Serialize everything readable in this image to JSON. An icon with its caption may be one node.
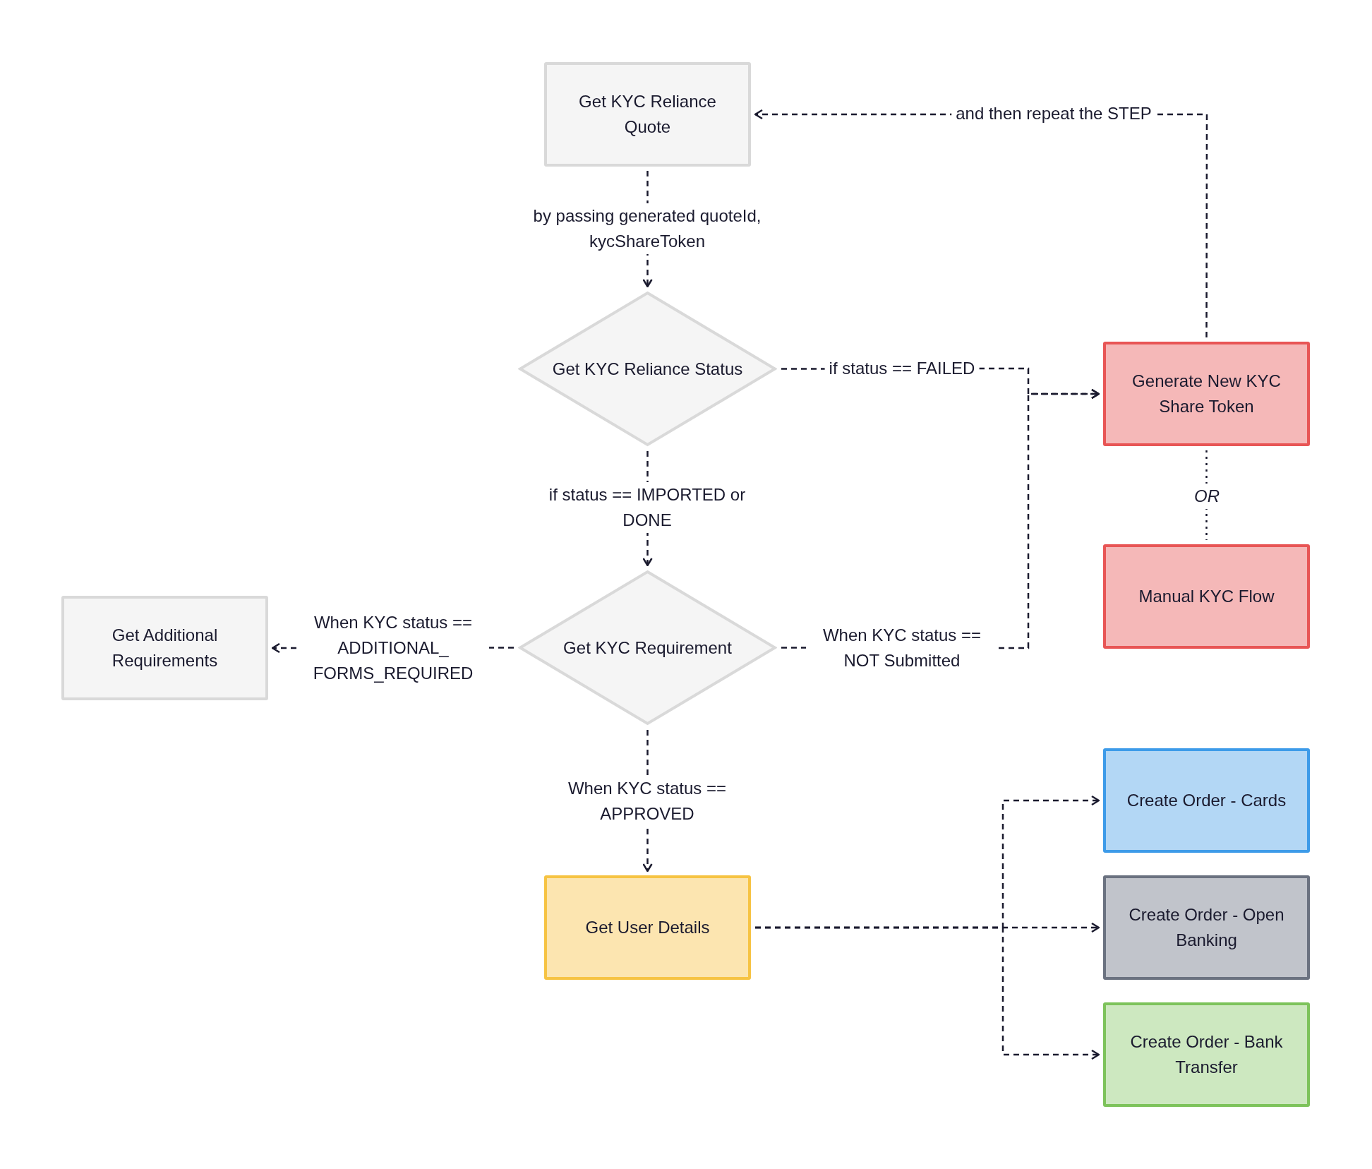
{
  "diagram": {
    "nodes": [
      {
        "text": [
          "Get KYC Reliance Quote"
        ]
      },
      {
        "text": [
          "Get KYC Reliance Status"
        ]
      },
      {
        "text": [
          "Generate New KYC Share Token"
        ]
      },
      {
        "text": [
          "Get KYC Requirement"
        ]
      },
      {
        "text": [
          "Get Additional Requirements"
        ]
      },
      {
        "text": [
          "Manual KYC Flow"
        ]
      },
      {
        "text": [
          "Get User Details"
        ]
      },
      {
        "text": [
          "Create Order - Cards"
        ]
      },
      {
        "text": [
          "Create Order - Open Banking"
        ]
      },
      {
        "text": [
          "Create Order - Bank Transfer"
        ]
      }
    ],
    "edges": [
      {
        "from": 0,
        "to": 1,
        "arrow": "to",
        "label": "by passing generated quoteId, kycShareToken"
      },
      {
        "from": 1,
        "to": 2,
        "arrow": "to",
        "label": "if status == FAILED"
      },
      {
        "from": 1,
        "to": 3,
        "arrow": "to",
        "label": "if status == IMPORTED or DONE"
      },
      {
        "from": 3,
        "to": 4,
        "arrow": "to",
        "label": "When KYC status == ADDITIONAL_ FORMS_REQUIRED"
      },
      {
        "from": 3,
        "to": 2,
        "arrow": "to",
        "label": "When KYC status == NOT Submitted"
      },
      {
        "from": 3,
        "to": 6,
        "arrow": "to",
        "label": "When KYC status == APPROVED"
      },
      {
        "from": 2,
        "to": 0,
        "arrow": "to",
        "label": "and then repeat the STEP"
      },
      {
        "from": 2,
        "to": 5,
        "arrow": "none",
        "label": "OR"
      },
      {
        "from": 6,
        "to": 7,
        "arrow": "to"
      },
      {
        "from": 6,
        "to": 8,
        "arrow": "to"
      },
      {
        "from": 6,
        "to": 9,
        "arrow": "to"
      }
    ]
  }
}
